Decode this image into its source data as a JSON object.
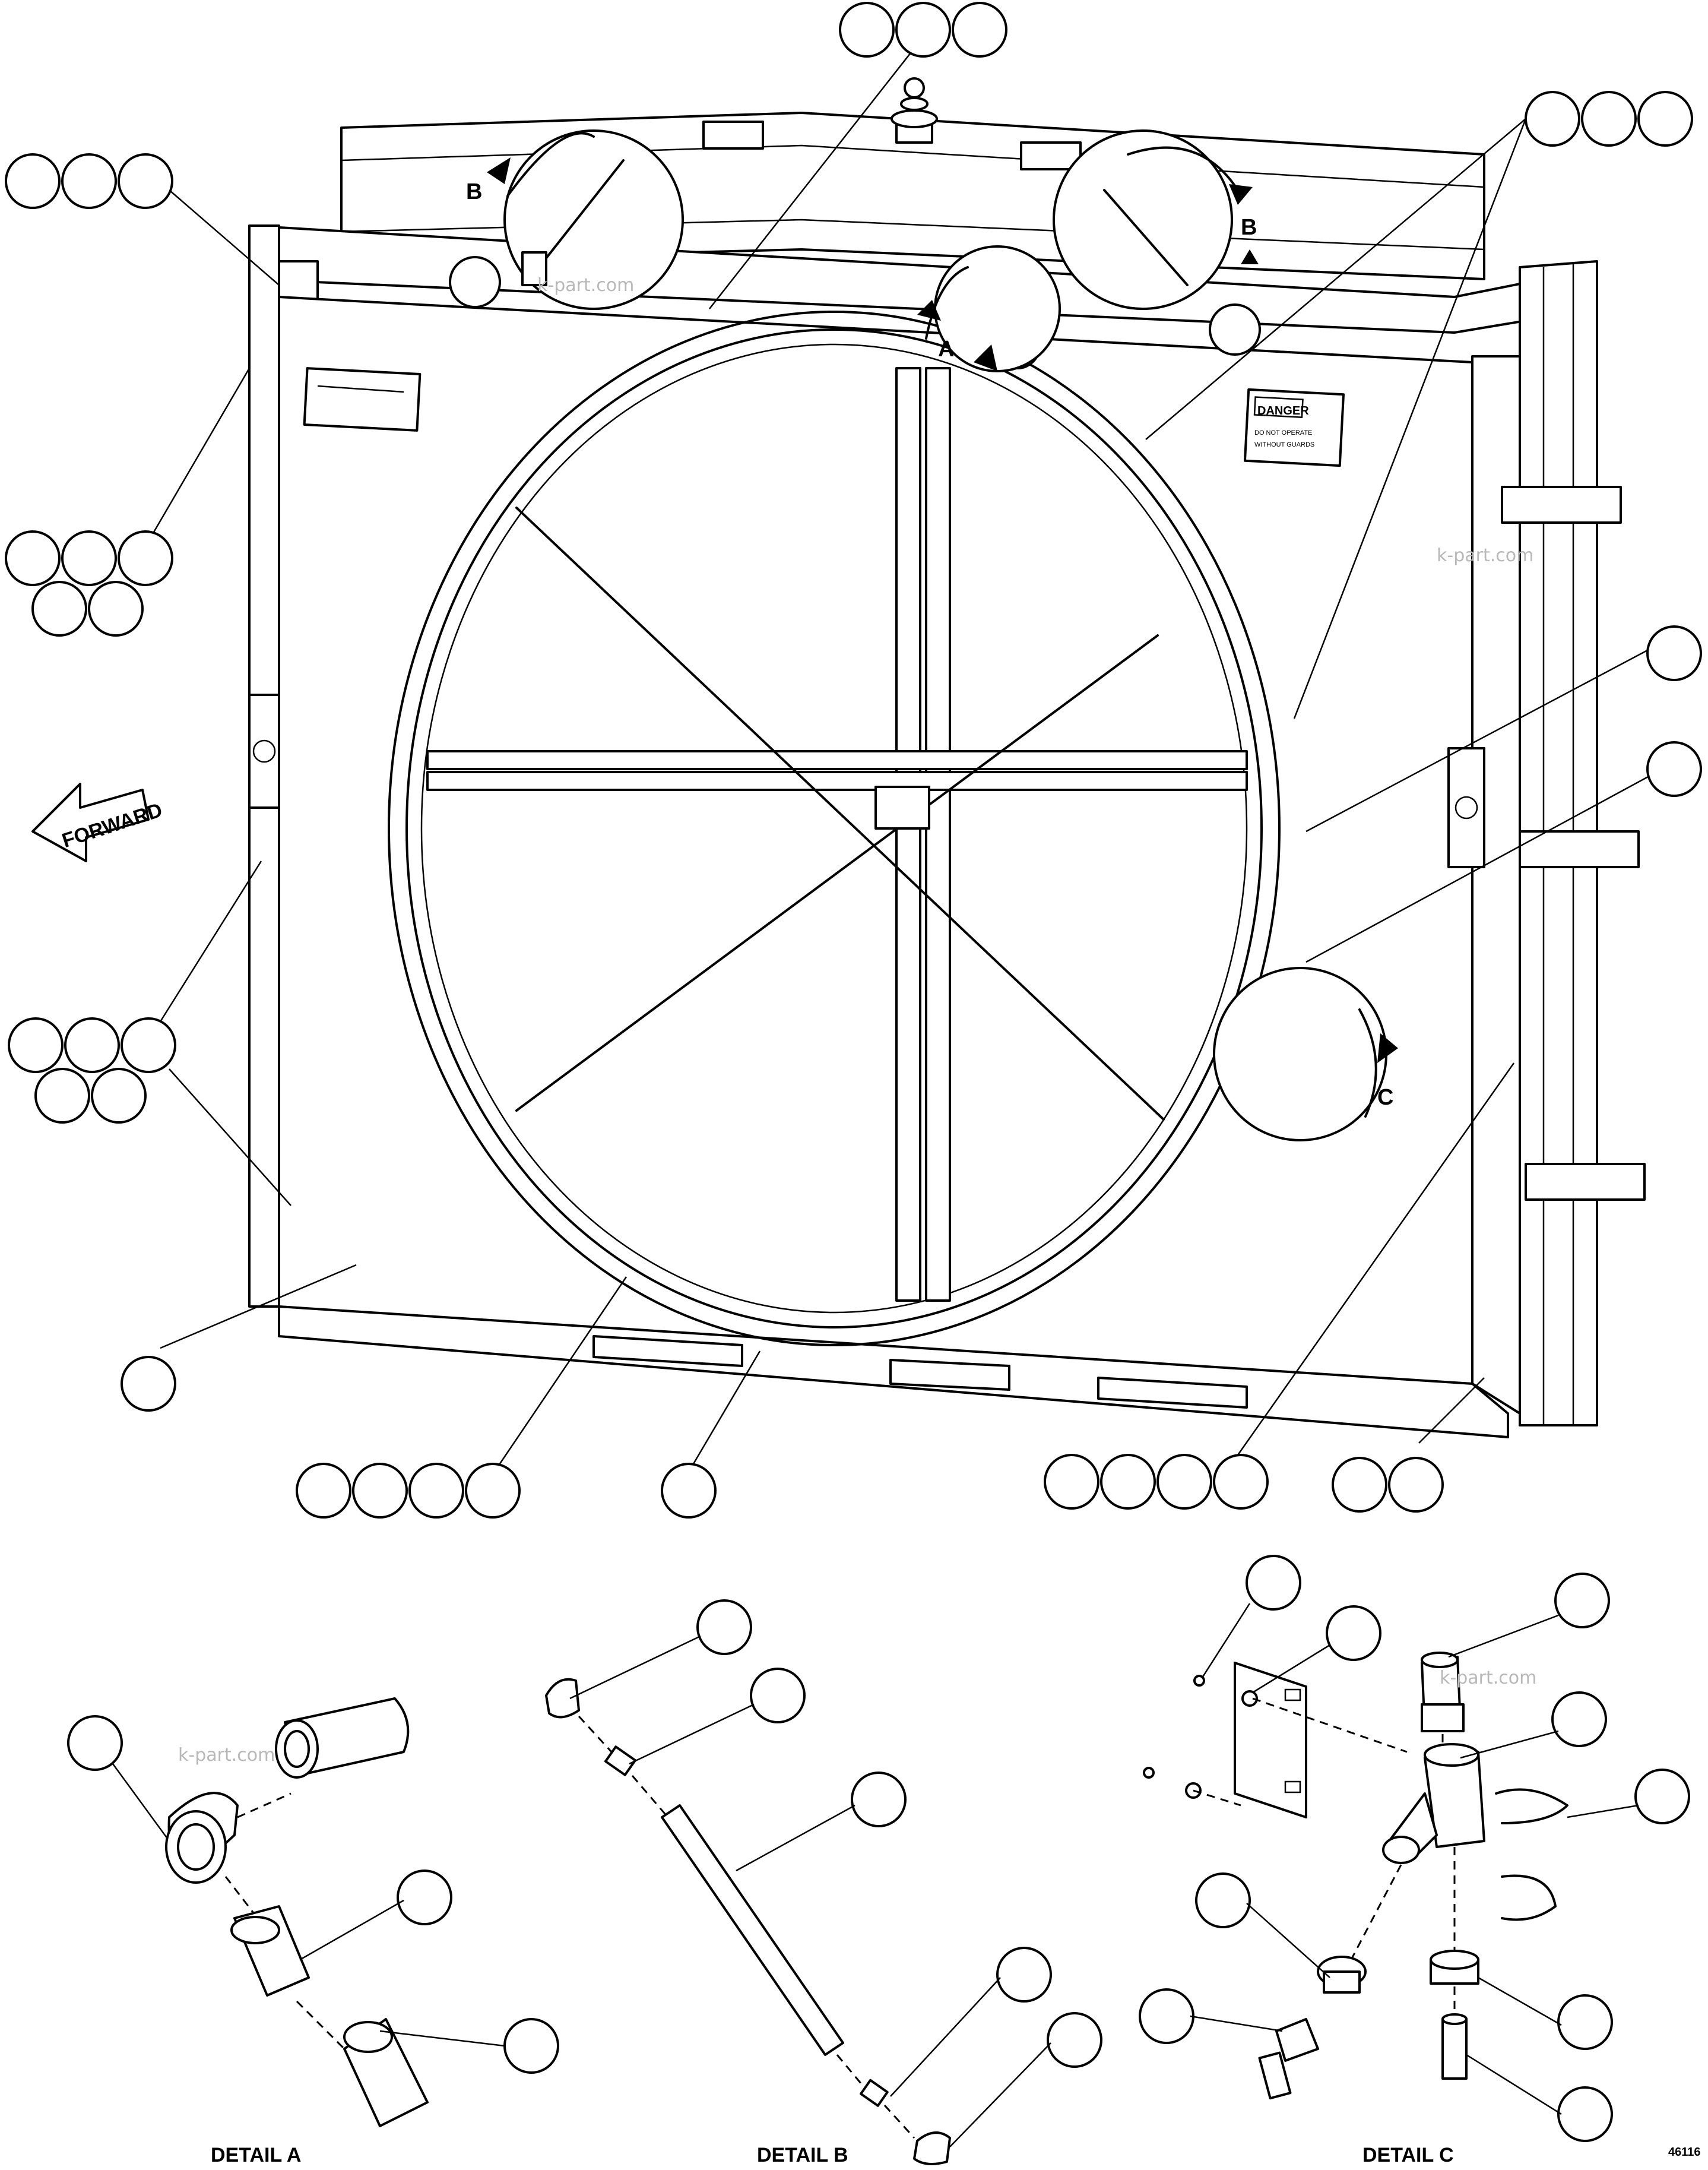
{
  "labels": {
    "forward": "FORWARD",
    "view_a": "A",
    "view_b": "B",
    "view_c": "C",
    "detail_a": "DETAIL A",
    "detail_b": "DETAIL B",
    "detail_c": "DETAIL C",
    "figure_number": "46116",
    "danger_sign": "DANGER",
    "danger_text_1": "DO NOT OPERATE",
    "danger_text_2": "WITHOUT GUARDS",
    "watermark": "k-part.com"
  }
}
